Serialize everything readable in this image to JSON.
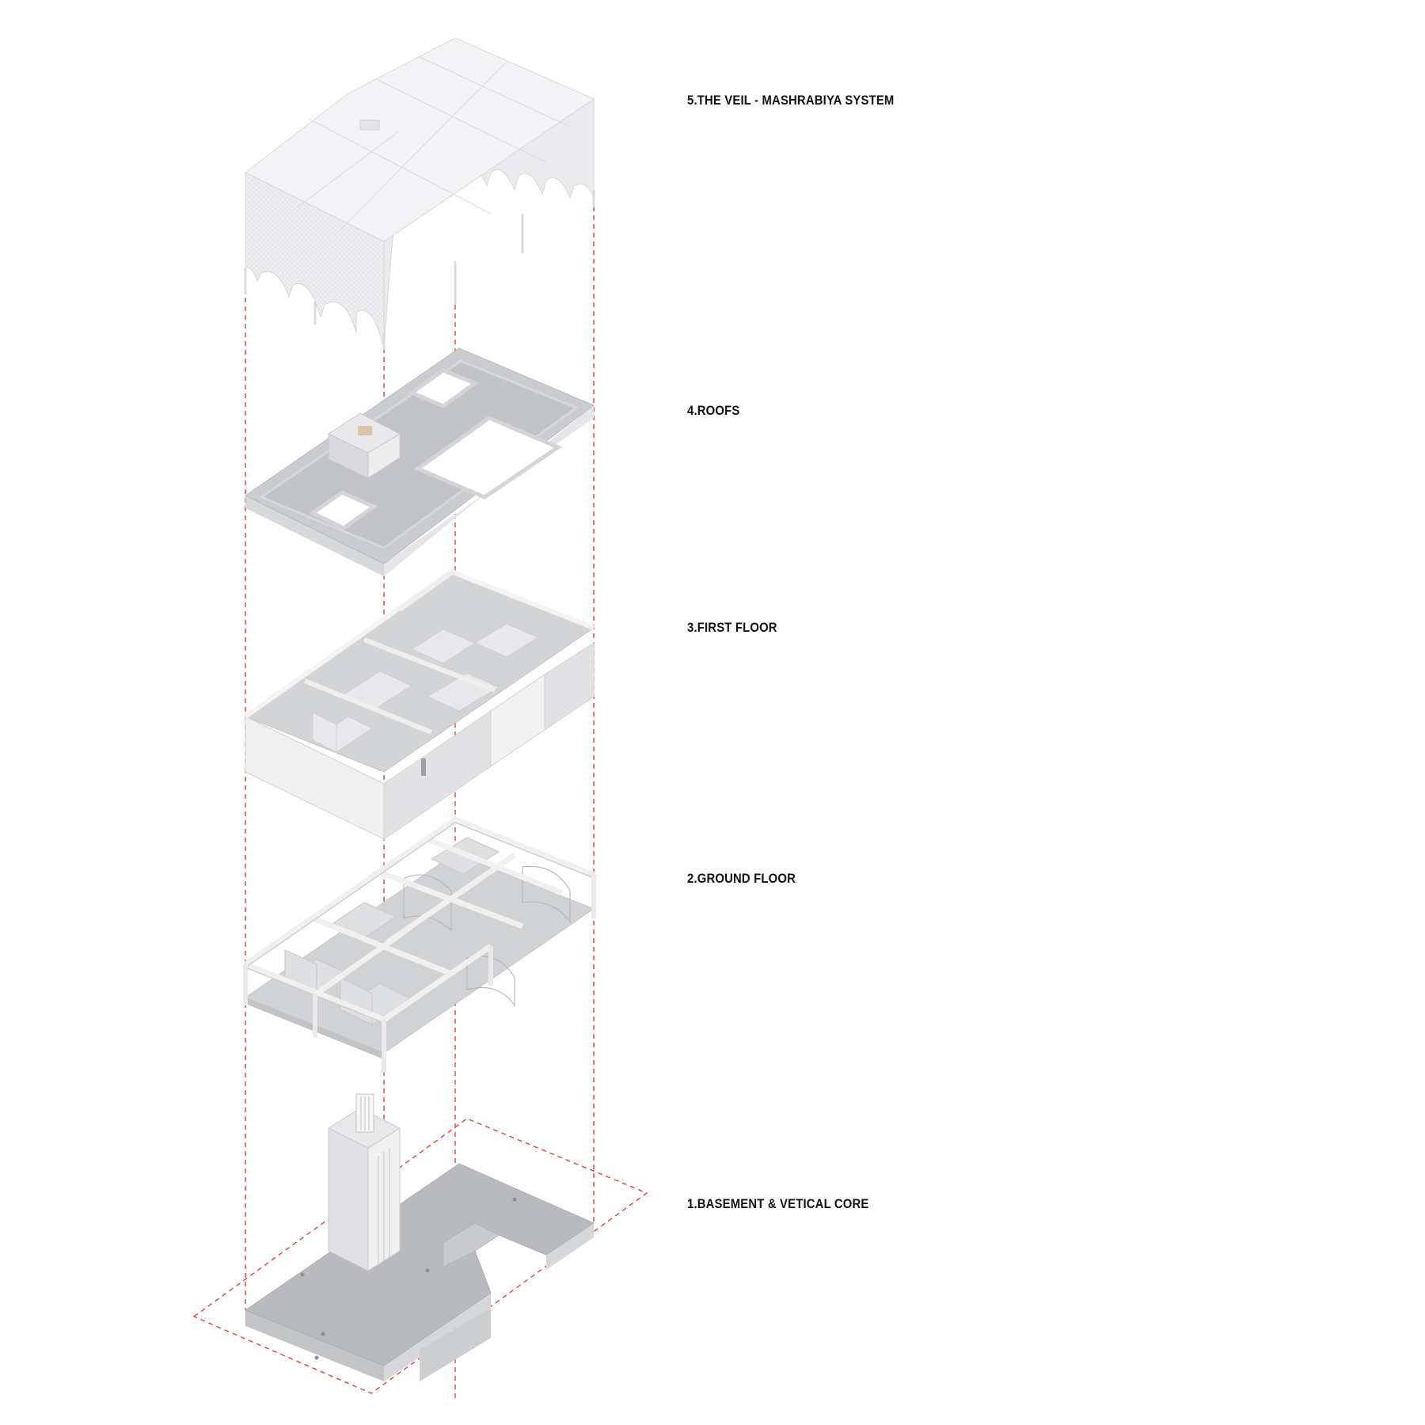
{
  "labels": {
    "veil": "5.THE VEIL - MASHRABIYA SYSTEM",
    "roofs": "4.ROOFS",
    "first_floor": "3.FIRST FLOOR",
    "ground_floor": "2.GROUND FLOOR",
    "basement": "1.BASEMENT & VETICAL CORE"
  },
  "colors": {
    "guide_line": "#e8403c",
    "veil": "#eeeef0",
    "concrete_top": "#c9cacd",
    "concrete_side": "#dedee0",
    "wall_light": "#f1f1f2",
    "basement_top": "#b7b8bb",
    "basement_side": "#cfd0d2",
    "label_text": "#111111"
  }
}
